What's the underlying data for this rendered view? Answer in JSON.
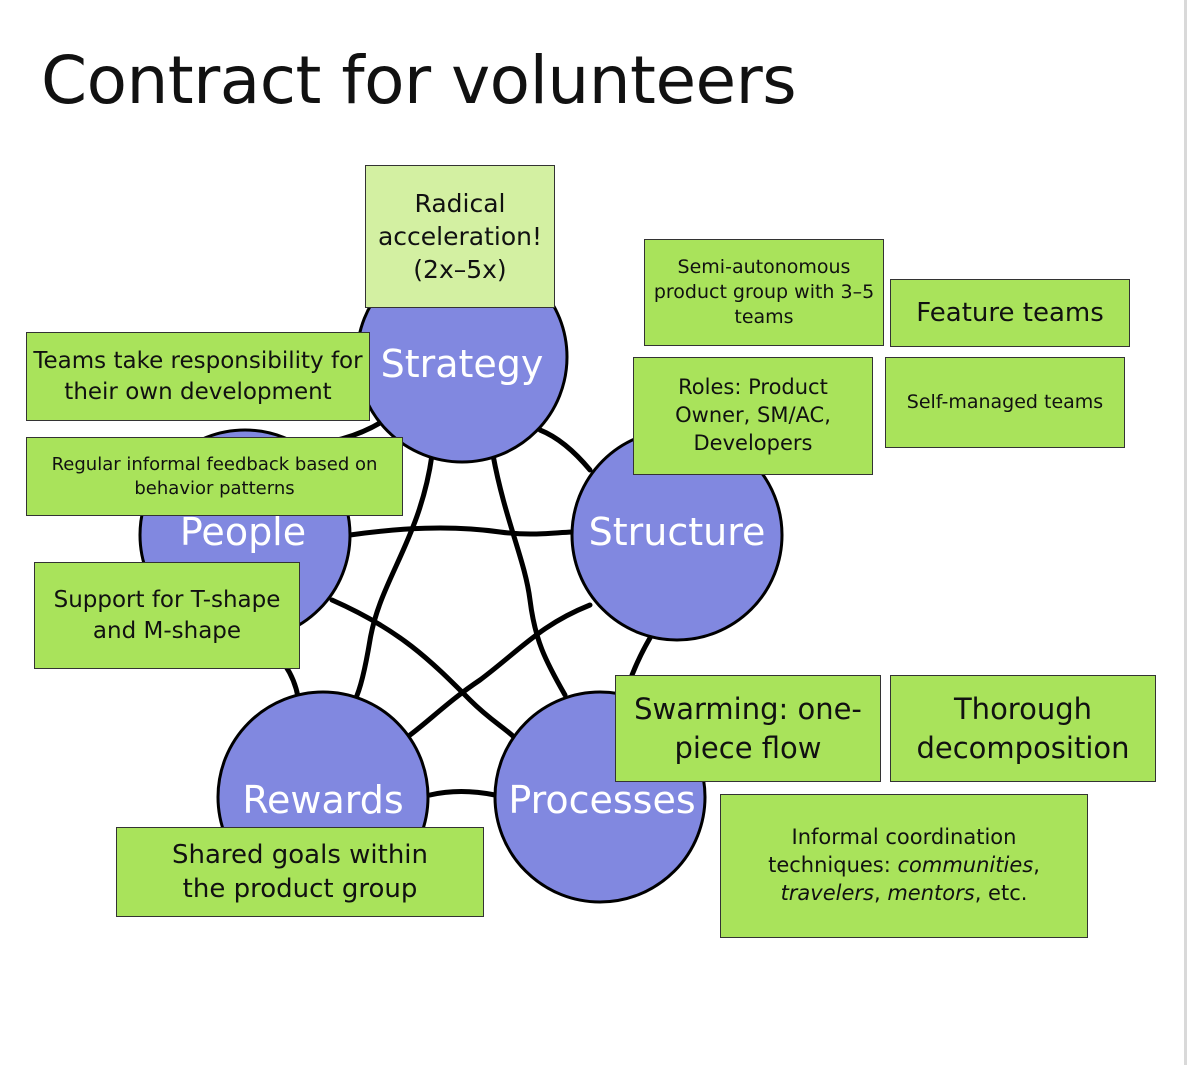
{
  "title": "Contract for volunteers",
  "nodes": {
    "strategy": "Strategy",
    "people": "People",
    "structure": "Structure",
    "rewards": "Rewards",
    "processes": "Processes"
  },
  "notes": {
    "radical_acceleration": "Radical acceleration! (2x–5x)",
    "semi_autonomous": "Semi-autonomous product group with 3–5 teams",
    "feature_teams": "Feature teams",
    "teams_responsibility": "Teams take responsibility for their own development",
    "roles": "Roles: Product Owner, SM/AC, Developers",
    "self_managed": "Self-managed teams",
    "regular_feedback": "Regular informal feedback based on behavior patterns",
    "t_shape": "Support for T-shape and M-shape",
    "swarming": "Swarming: one-piece flow",
    "thorough_decomposition": "Thorough decomposition",
    "shared_goals": "Shared goals within the product group",
    "informal_coordination": {
      "prefix": "Informal coordination techniques: ",
      "communities": "communities",
      "sep1": ", ",
      "travelers": "travelers",
      "sep2": ", ",
      "mentors": "mentors",
      "suffix": ", etc."
    }
  },
  "colors": {
    "node_fill": "#8188e0",
    "note_fill": "#a9e35b",
    "note_fill_light": "#d3f0a2",
    "line": "#000000"
  }
}
